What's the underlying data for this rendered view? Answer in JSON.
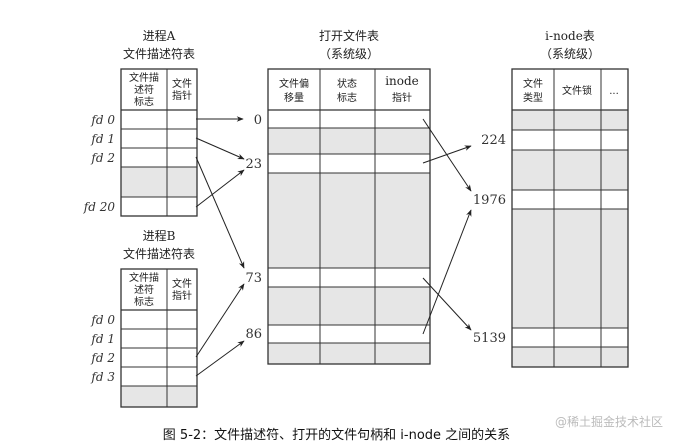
{
  "process_a": {
    "title": "进程A",
    "subtitle": "文件描述符表",
    "col_headers": [
      "文件描述符标志",
      "文件指针"
    ],
    "col_header_lines": [
      [
        "文件描",
        "述符",
        "标志"
      ],
      [
        "文件",
        "指针"
      ]
    ],
    "rows": [
      "fd 0",
      "fd 1",
      "fd 2",
      "fd 20"
    ]
  },
  "process_b": {
    "title": "进程B",
    "subtitle": "文件描述符表",
    "col_header_lines": [
      [
        "文件描",
        "述符",
        "标志"
      ],
      [
        "文件",
        "指针"
      ]
    ],
    "rows": [
      "fd 0",
      "fd 1",
      "fd 2",
      "fd 3"
    ]
  },
  "open_file_table": {
    "title": "打开文件表",
    "subtitle": "（系统级）",
    "col_header_lines": [
      [
        "文件偏",
        "移量"
      ],
      [
        "状态",
        "标志"
      ],
      [
        "inode",
        "指针"
      ]
    ],
    "entries": [
      "0",
      "23",
      "73",
      "86"
    ]
  },
  "inode_table": {
    "title": "i-node表",
    "subtitle": "（系统级）",
    "col_header_lines": [
      [
        "文件",
        "类型"
      ],
      [
        "文件锁"
      ],
      [
        "..."
      ]
    ],
    "entries": [
      "224",
      "1976",
      "5139"
    ]
  },
  "mappings": {
    "process_a": [
      {
        "fd": "fd 0",
        "open_file": "0"
      },
      {
        "fd": "fd 1",
        "open_file": "23"
      },
      {
        "fd": "fd 2",
        "open_file": "73"
      },
      {
        "fd": "fd 20",
        "open_file": "23"
      }
    ],
    "process_b": [
      {
        "fd": "fd 2",
        "open_file": "73"
      },
      {
        "fd": "fd 3",
        "open_file": "86"
      }
    ],
    "open_file_to_inode": [
      {
        "open_file": "0",
        "inode": "1976"
      },
      {
        "open_file": "23",
        "inode": "224"
      },
      {
        "open_file": "73",
        "inode": "5139"
      },
      {
        "open_file": "86",
        "inode": "1976"
      }
    ]
  },
  "caption": "图 5-2：文件描述符、打开的文件句柄和 i-node 之间的关系",
  "watermark": "@稀土掘金技术社区",
  "colors": {
    "shade": "#e6e6e6",
    "line": "#333333",
    "arrow": "#222222"
  }
}
